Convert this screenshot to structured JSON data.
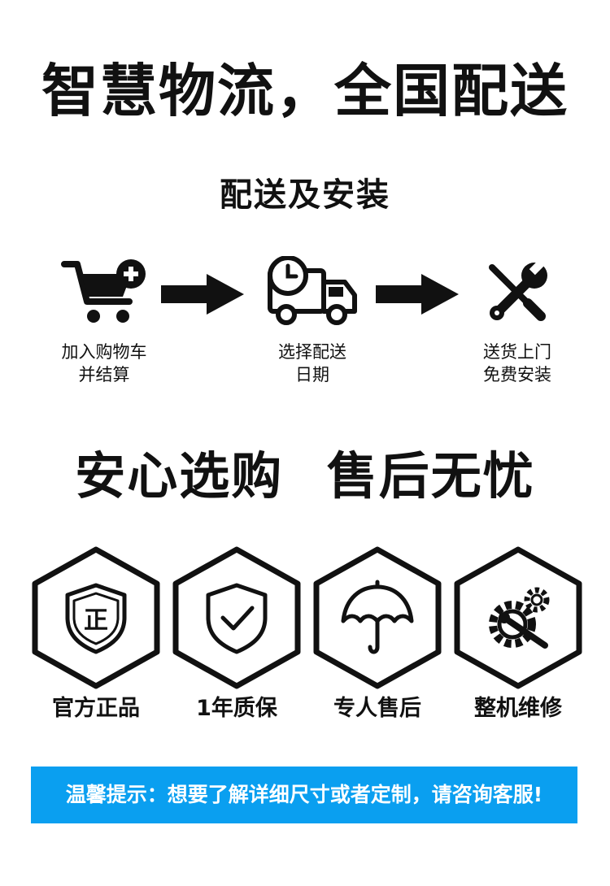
{
  "header": {
    "title": "智慧物流，全国配送"
  },
  "delivery": {
    "title": "配送及安装",
    "steps": [
      {
        "line1": "加入购物车",
        "line2": "并结算",
        "icon": "cart-plus-icon"
      },
      {
        "line1": "选择配送",
        "line2": "日期",
        "icon": "clock-truck-icon"
      },
      {
        "line1": "送货上门",
        "line2": "免费安装",
        "icon": "tools-icon"
      }
    ]
  },
  "slogan": {
    "text": "安心选购 售后无忧"
  },
  "guarantees": {
    "items": [
      {
        "label": "官方正品",
        "badge": "正",
        "icon": "shield-genuine-icon"
      },
      {
        "label": "1年质保",
        "icon": "shield-check-icon"
      },
      {
        "label": "专人售后",
        "icon": "umbrella-icon"
      },
      {
        "label": "整机维修",
        "icon": "gear-wrench-icon"
      }
    ]
  },
  "notice": {
    "text": "温馨提示：想要了解详细尺寸或者定制，请咨询客服!"
  },
  "colors": {
    "accent": "#0a9ff0",
    "text": "#111111",
    "background": "#ffffff"
  }
}
